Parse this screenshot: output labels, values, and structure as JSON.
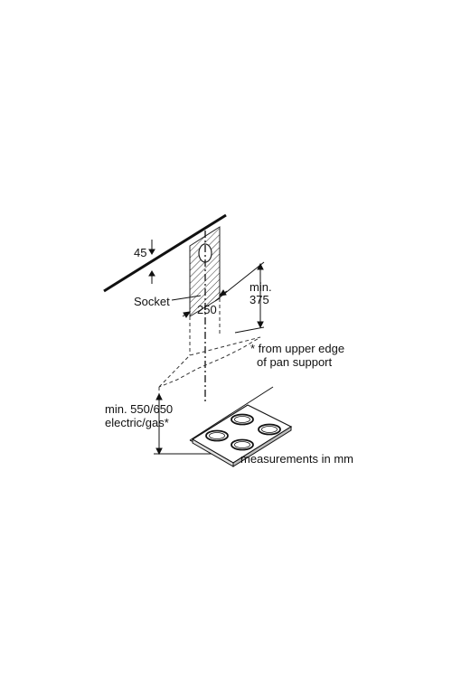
{
  "labels": {
    "dim_45": "45",
    "socket": "Socket",
    "dim_250": "250",
    "min_line1": "min.",
    "min_line2": "375",
    "note_line1": "* from upper edge",
    "note_line2": "of pan support",
    "hob_min_line1": "min. 550/650",
    "hob_min_line2": "electric/gas*",
    "units_note": "measurements in mm"
  }
}
